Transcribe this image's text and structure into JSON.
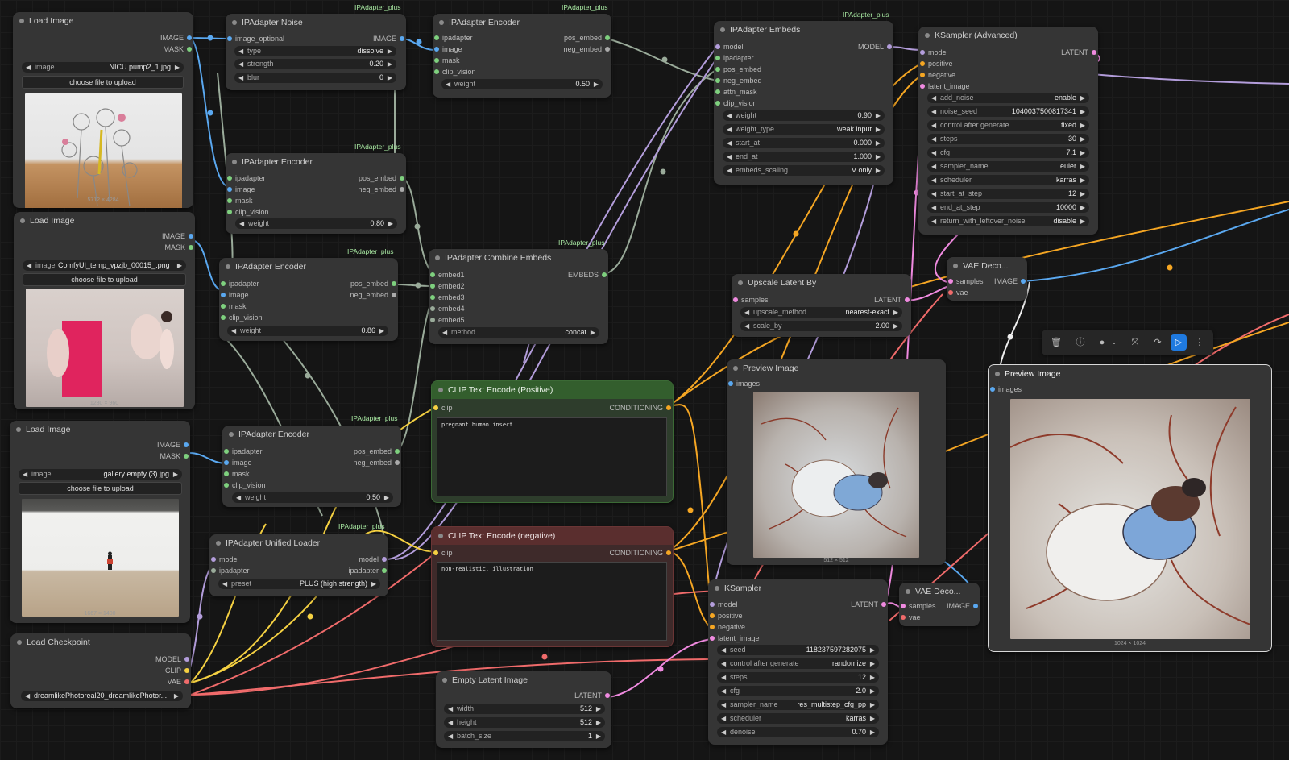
{
  "tags": {
    "t1": "IPAdapter_plus",
    "t2": "IPAdapter_plus",
    "t3": "IPAdapter_plus",
    "t4": "IPAdapter_plus",
    "t5": "IPAdapter_plus",
    "t6": "IPAdapter_plus",
    "t7": "IPAdapter_plus",
    "t8": "IPAdapter_plus"
  },
  "load1": {
    "title": "Load Image",
    "out1": "IMAGE",
    "out2": "MASK",
    "image_label": "image",
    "image_value": "NICU pump2_1.jpg",
    "upload": "choose file to upload",
    "dims": "5712 × 4284"
  },
  "load2": {
    "title": "Load Image",
    "out1": "IMAGE",
    "out2": "MASK",
    "image_label": "image",
    "image_value": "ComfyUI_temp_vpzjb_00015_.png",
    "upload": "choose file to upload",
    "dims": "1280 × 960"
  },
  "load3": {
    "title": "Load Image",
    "out1": "IMAGE",
    "out2": "MASK",
    "image_label": "image",
    "image_value": "gallery empty (3).jpg",
    "upload": "choose file to upload",
    "dims": "1667 × 1400"
  },
  "checkpoint": {
    "title": "Load Checkpoint",
    "out1": "MODEL",
    "out2": "CLIP",
    "out3": "VAE",
    "ckpt": "dreamlikePhotoreal20_dreamlikePhotor..."
  },
  "noise": {
    "title": "IPAdapter Noise",
    "in1": "image_optional",
    "out1": "IMAGE",
    "w1l": "type",
    "w1v": "dissolve",
    "w2l": "strength",
    "w2v": "0.20",
    "w3l": "blur",
    "w3v": "0"
  },
  "enc1": {
    "title": "IPAdapter Encoder",
    "in1": "ipadapter",
    "in2": "image",
    "in3": "mask",
    "in4": "clip_vision",
    "out1": "pos_embed",
    "out2": "neg_embed",
    "wl": "weight",
    "wv": "0.50"
  },
  "enc2": {
    "title": "IPAdapter Encoder",
    "in1": "ipadapter",
    "in2": "image",
    "in3": "mask",
    "in4": "clip_vision",
    "out1": "pos_embed",
    "out2": "neg_embed",
    "wl": "weight",
    "wv": "0.80"
  },
  "enc3": {
    "title": "IPAdapter Encoder",
    "in1": "ipadapter",
    "in2": "image",
    "in3": "mask",
    "in4": "clip_vision",
    "out1": "pos_embed",
    "out2": "neg_embed",
    "wl": "weight",
    "wv": "0.86"
  },
  "enc4": {
    "title": "IPAdapter Encoder",
    "in1": "ipadapter",
    "in2": "image",
    "in3": "mask",
    "in4": "clip_vision",
    "out1": "pos_embed",
    "out2": "neg_embed",
    "wl": "weight",
    "wv": "0.50"
  },
  "combine": {
    "title": "IPAdapter Combine Embeds",
    "in1": "embed1",
    "in2": "embed2",
    "in3": "embed3",
    "in4": "embed4",
    "in5": "embed5",
    "out1": "EMBEDS",
    "wl": "method",
    "wv": "concat"
  },
  "unified": {
    "title": "IPAdapter Unified Loader",
    "in1": "model",
    "in2": "ipadapter",
    "out1": "model",
    "out2": "ipadapter",
    "wl": "preset",
    "wv": "PLUS (high strength)"
  },
  "clip_pos": {
    "title": "CLIP Text Encode (Positive)",
    "in1": "clip",
    "out1": "CONDITIONING",
    "text": "pregnant human insect"
  },
  "clip_neg": {
    "title": "CLIP Text Encode (negative)",
    "in1": "clip",
    "out1": "CONDITIONING",
    "text": "non-realistic, illustration"
  },
  "empty_latent": {
    "title": "Empty Latent Image",
    "out1": "LATENT",
    "w1l": "width",
    "w1v": "512",
    "w2l": "height",
    "w2v": "512",
    "w3l": "batch_size",
    "w3v": "1"
  },
  "embeds": {
    "title": "IPAdapter Embeds",
    "in1": "model",
    "in2": "ipadapter",
    "in3": "pos_embed",
    "in4": "neg_embed",
    "in5": "attn_mask",
    "in6": "clip_vision",
    "out1": "MODEL",
    "w": [
      {
        "l": "weight",
        "v": "0.90"
      },
      {
        "l": "weight_type",
        "v": "weak input"
      },
      {
        "l": "start_at",
        "v": "0.000"
      },
      {
        "l": "end_at",
        "v": "1.000"
      },
      {
        "l": "embeds_scaling",
        "v": "V only"
      }
    ]
  },
  "ksampler_adv": {
    "title": "KSampler (Advanced)",
    "in1": "model",
    "in2": "positive",
    "in3": "negative",
    "in4": "latent_image",
    "out1": "LATENT",
    "w": [
      {
        "l": "add_noise",
        "v": "enable"
      },
      {
        "l": "noise_seed",
        "v": "1040037500817341"
      },
      {
        "l": "control after generate",
        "v": "fixed"
      },
      {
        "l": "steps",
        "v": "30"
      },
      {
        "l": "cfg",
        "v": "7.1"
      },
      {
        "l": "sampler_name",
        "v": "euler"
      },
      {
        "l": "scheduler",
        "v": "karras"
      },
      {
        "l": "start_at_step",
        "v": "12"
      },
      {
        "l": "end_at_step",
        "v": "10000"
      },
      {
        "l": "return_with_leftover_noise",
        "v": "disable"
      }
    ]
  },
  "upscale": {
    "title": "Upscale Latent By",
    "in1": "samples",
    "out1": "LATENT",
    "w1l": "upscale_method",
    "w1v": "nearest-exact",
    "w2l": "scale_by",
    "w2v": "2.00"
  },
  "vae1": {
    "title": "VAE Deco...",
    "in1": "samples",
    "in2": "vae",
    "out1": "IMAGE"
  },
  "vae2": {
    "title": "VAE Deco...",
    "in1": "samples",
    "in2": "vae",
    "out1": "IMAGE"
  },
  "preview1": {
    "title": "Preview Image",
    "in1": "images",
    "dims": "512 × 512"
  },
  "preview2": {
    "title": "Preview Image",
    "in1": "images",
    "dims": "1024 × 1024"
  },
  "ksampler": {
    "title": "KSampler",
    "in1": "model",
    "in2": "positive",
    "in3": "negative",
    "in4": "latent_image",
    "out1": "LATENT",
    "w": [
      {
        "l": "seed",
        "v": "118237597282075"
      },
      {
        "l": "control after generate",
        "v": "randomize"
      },
      {
        "l": "steps",
        "v": "12"
      },
      {
        "l": "cfg",
        "v": "2.0"
      },
      {
        "l": "sampler_name",
        "v": "res_multistep_cfg_pp"
      },
      {
        "l": "scheduler",
        "v": "karras"
      },
      {
        "l": "denoise",
        "v": "0.70"
      }
    ]
  },
  "colors": {
    "image": "#5aa8f0",
    "model": "#b39ddb",
    "clip": "#f5d142",
    "vae": "#f06b6b",
    "latent": "#f08ae0",
    "cond": "#f5a623",
    "embed": "#9aab9a"
  }
}
